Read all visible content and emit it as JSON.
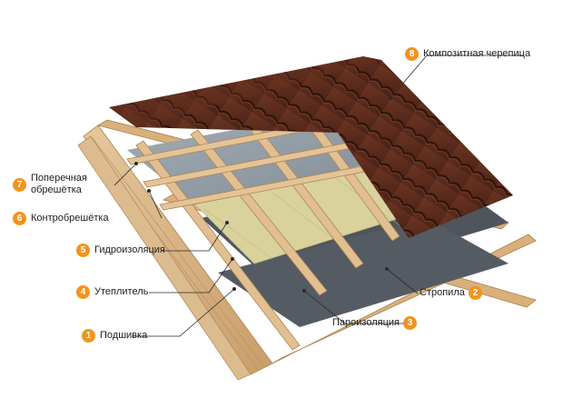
{
  "colors": {
    "badge": "#f3931b",
    "tile": "#5a2a1c",
    "membrane": "#8f9aa3",
    "insulation": "#d9d29c",
    "vapor_barrier": "#4f555c",
    "wood": "#d6b48a"
  },
  "labels": [
    {
      "num": "8",
      "text": "Композитная черепица",
      "layer": "composite-tile"
    },
    {
      "num": "7",
      "text_line1": "Поперечная",
      "text_line2": "обрешётка",
      "layer": "cross-battens"
    },
    {
      "num": "6",
      "text": "Контробрешётка",
      "layer": "counter-battens"
    },
    {
      "num": "5",
      "text": "Гидроизоляция",
      "layer": "waterproofing"
    },
    {
      "num": "4",
      "text": "Утеплитель",
      "layer": "insulation"
    },
    {
      "num": "2",
      "text": "Стропила",
      "layer": "rafters"
    },
    {
      "num": "3",
      "text": "Пароизоляция",
      "layer": "vapor-barrier"
    },
    {
      "num": "1",
      "text": "Подшивка",
      "layer": "sheathing"
    }
  ]
}
